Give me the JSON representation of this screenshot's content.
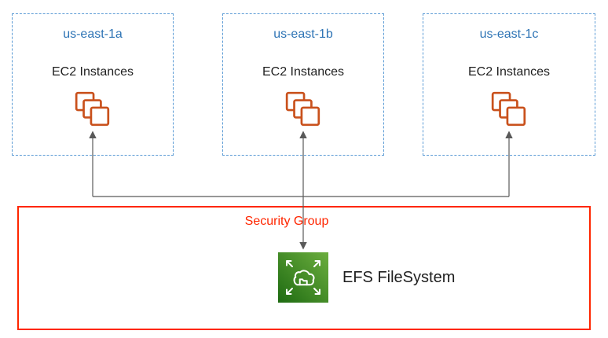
{
  "availability_zones": [
    {
      "name": "us-east-1a",
      "label": "EC2 Instances"
    },
    {
      "name": "us-east-1b",
      "label": "EC2 Instances"
    },
    {
      "name": "us-east-1c",
      "label": "EC2 Instances"
    }
  ],
  "security_group": {
    "label": "Security Group",
    "efs": {
      "label": "EFS FileSystem"
    }
  },
  "colors": {
    "az_border": "#5B9BD5",
    "az_title": "#2E74B5",
    "ec2_orange": "#C9511C",
    "security_red": "#FF2600",
    "connector_gray": "#595959",
    "efs_green_dark": "#1E6B12",
    "efs_green_light": "#6CAE3E",
    "text_black": "#1F1F1F"
  }
}
